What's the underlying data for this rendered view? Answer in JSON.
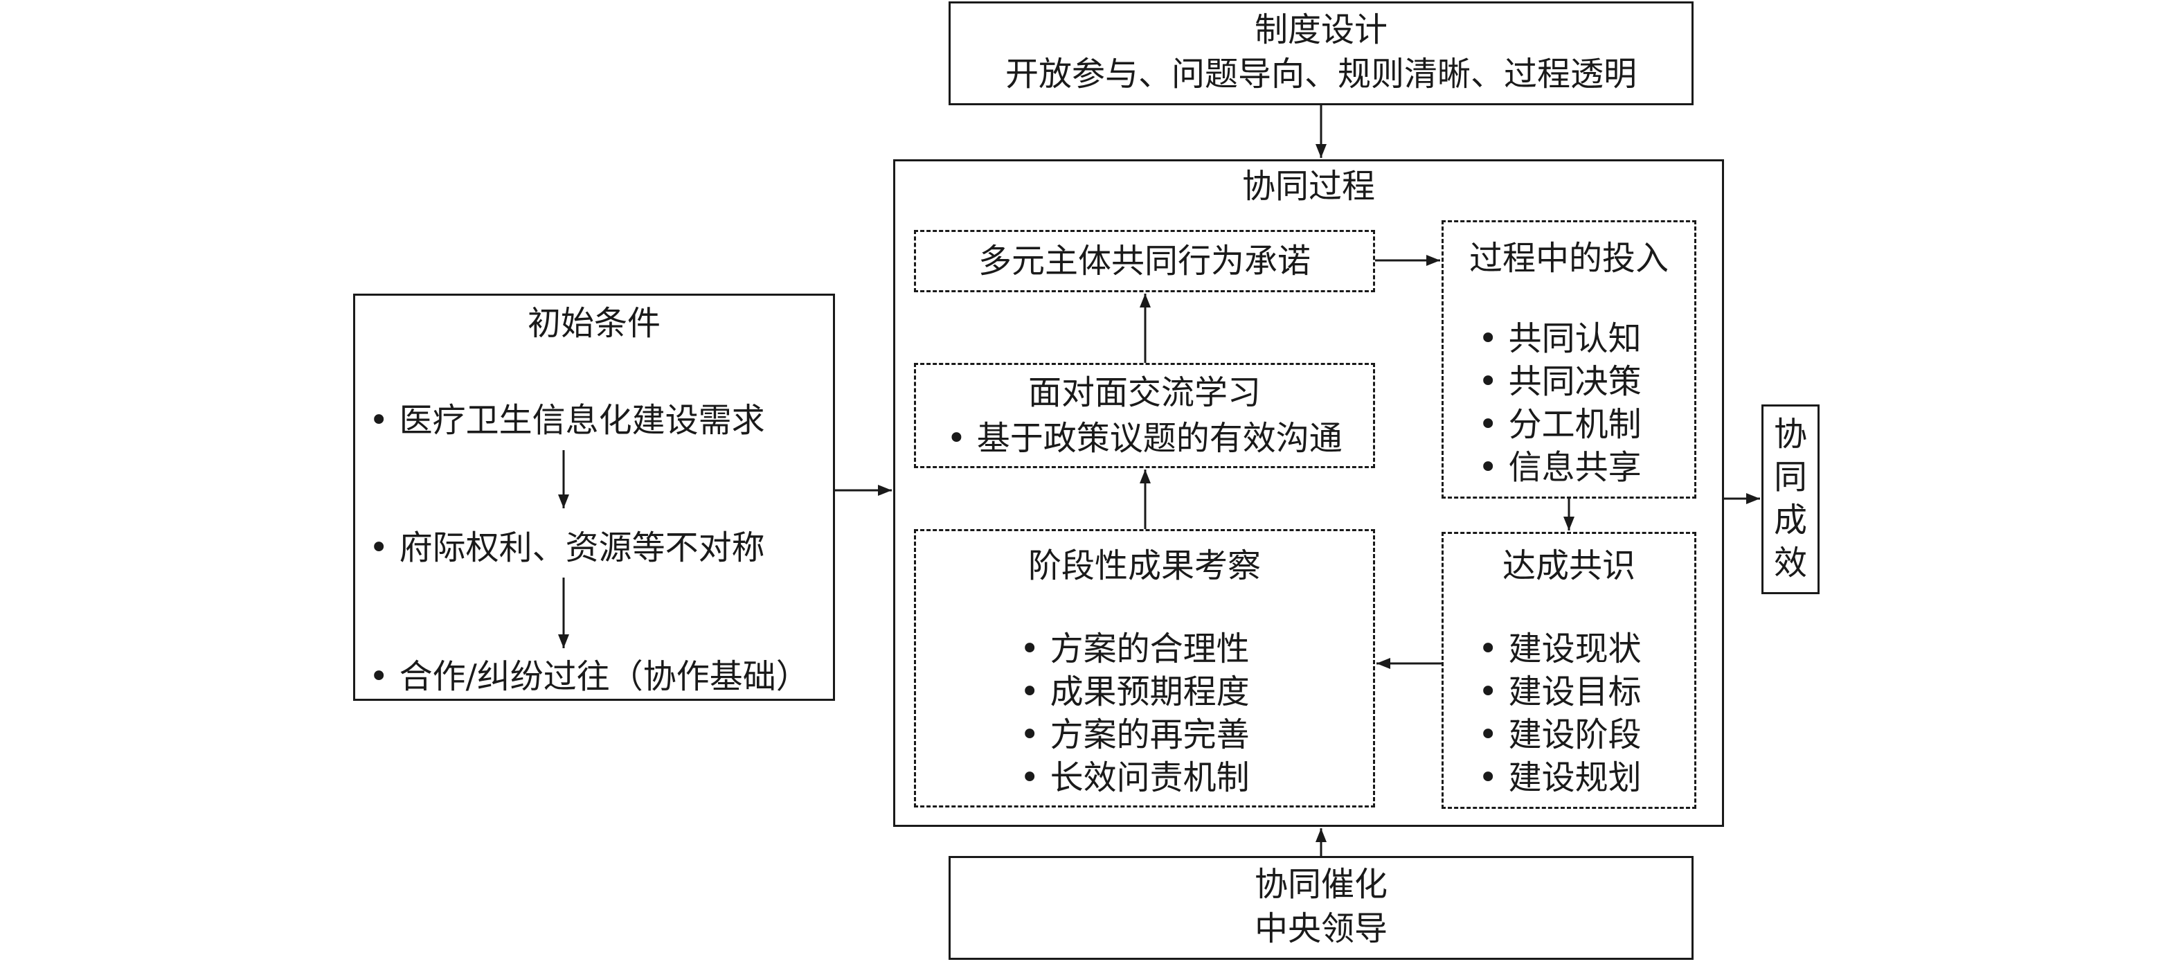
{
  "design": {
    "title": "制度设计",
    "subtitle": "开放参与、问题导向、规则清晰、过程透明"
  },
  "initial": {
    "title": "初始条件",
    "items": [
      "• 医疗卫生信息化建设需求",
      "• 府际权利、资源等不对称",
      "• 合作/纠纷过往（协作基础）"
    ]
  },
  "process": {
    "title": "协同过程",
    "commitment": "多元主体共同行为承诺",
    "dialogue": {
      "title": "面对面交流学习",
      "item": "• 基于政策议题的有效沟通"
    },
    "outcomes": {
      "title": "阶段性成果考察",
      "items": [
        "• 方案的合理性",
        "• 成果预期程度",
        "• 方案的再完善",
        "• 长效问责机制"
      ]
    },
    "investment": {
      "title": "过程中的投入",
      "items": [
        "• 共同认知",
        "• 共同决策",
        "• 分工机制",
        "• 信息共享"
      ]
    },
    "consensus": {
      "title": "达成共识",
      "items": [
        "• 建设现状",
        "• 建设目标",
        "• 建设阶段",
        "• 建设规划"
      ]
    }
  },
  "result": {
    "chars": [
      "协",
      "同",
      "成",
      "效"
    ]
  },
  "catalyst": {
    "title": "协同催化",
    "subtitle": "中央领导"
  }
}
